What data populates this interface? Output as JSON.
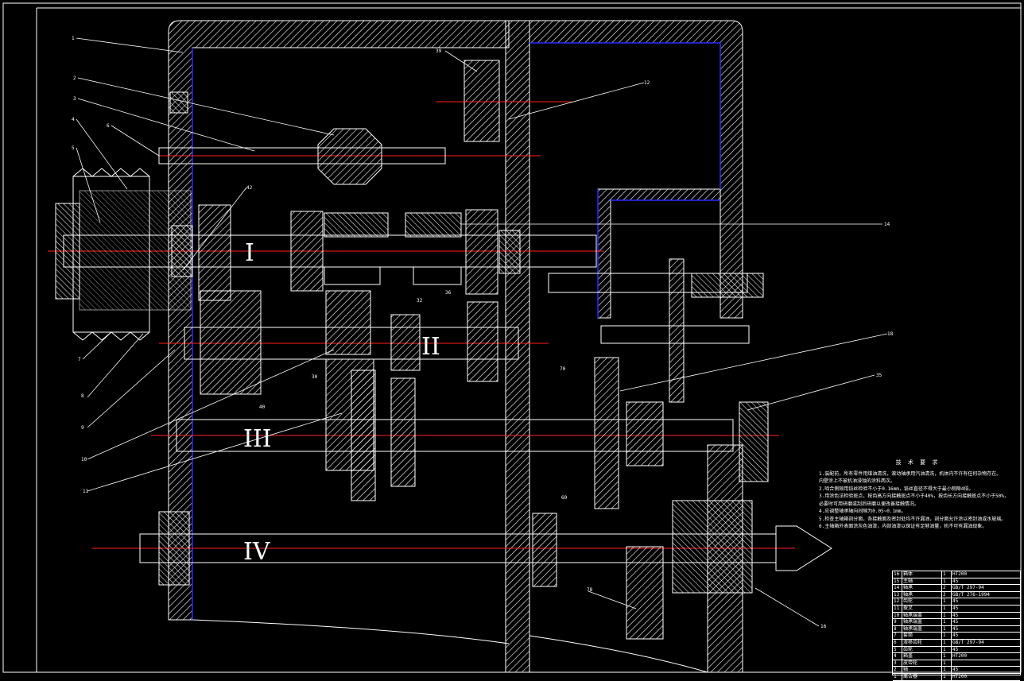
{
  "shaft_labels": [
    "I",
    "II",
    "III",
    "IV"
  ],
  "callouts": [
    "1",
    "2",
    "3",
    "4",
    "5",
    "6",
    "7",
    "8",
    "9",
    "10",
    "11",
    "12",
    "14",
    "16",
    "18",
    "35",
    "40",
    "42",
    "30",
    "32",
    "36",
    "39",
    "60",
    "70",
    "78"
  ],
  "notes": {
    "title": "技 术 要 求",
    "lines": [
      "1.装配前，所有零件用煤油清洗，滚动轴承用汽油清洗，机体内不许有任何杂物存在。",
      "  内壁涂上不被机油浸蚀的涂料两次。",
      "2.啮合侧隙用铅丝检验不小于0.16mm，铅丝直径不得大于最小侧隙4倍。",
      "3.用涂色法检验斑点，按齿高方向接触斑点不小于40%，按齿长方向接触斑点不小于50%，",
      "  必要时可用研磨或刮后研磨以便改善接触情况。",
      "4.应调整轴承轴向间隙为0.05~0.1mm。",
      "5.检查主轴箱剖分面，各接触面及密封处均不许漏油，剖分面允许涂以密封油或水玻璃。",
      "6.主轴箱外表面涂灰色油漆，内部油漆以保证有足够油量，机不可有漏油现象。"
    ]
  },
  "bom": [
    [
      "16",
      "箱体",
      "1",
      "HT200"
    ],
    [
      "15",
      "主轴",
      "1",
      "45"
    ],
    [
      "14",
      "轴承",
      "2",
      "GB/T 297-94"
    ],
    [
      "13",
      "轴承",
      "2",
      "GB/T 276-1994"
    ],
    [
      "12",
      "齿轮",
      "1",
      "45"
    ],
    [
      "11",
      "拨叉",
      "1",
      "45"
    ],
    [
      "10",
      "轴承端盖",
      "1",
      "45"
    ],
    [
      "9",
      "轴承端盖",
      "1",
      "45"
    ],
    [
      "8",
      "轴承端盖",
      "1",
      "45"
    ],
    [
      "7",
      "套筒",
      "1",
      "45"
    ],
    [
      "6",
      "滑移齿轮",
      "1",
      "GB/T 297-94"
    ],
    [
      "5",
      "齿轮",
      "1",
      "45"
    ],
    [
      "4",
      "箱盖",
      "1",
      "HT200"
    ],
    [
      "3",
      "皮带轮",
      "1",
      ""
    ],
    [
      "2",
      "轴",
      "1",
      "45"
    ],
    [
      "1",
      "离合器",
      "1",
      "HT200"
    ]
  ],
  "colors": {
    "background": "#000000",
    "line": "#ffffff",
    "center": "#ff2020",
    "hatch": "#ffffff",
    "boundary": "#2a2aff"
  }
}
